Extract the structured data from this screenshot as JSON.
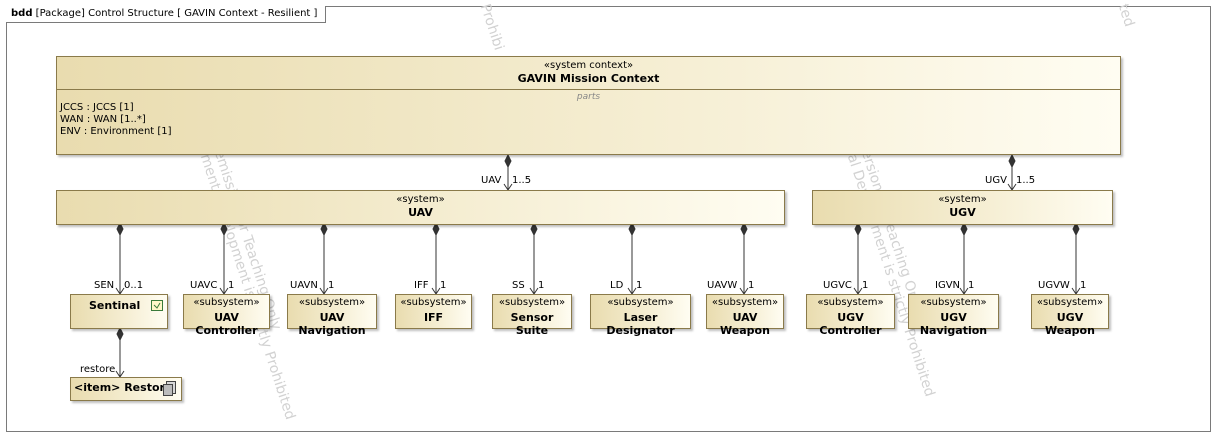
{
  "frame": {
    "kind": "bdd",
    "label": "[Package] Control Structure [ GAVIN Context - Resilient ]"
  },
  "watermark_fragments": [
    "Prohibi",
    "ted",
    "emission for Teaching Only",
    "ment Development is strictly Prohibited",
    "ersion for Teaching Only",
    "al Development is strictly Prohibited"
  ],
  "context": {
    "stereotype": "«system context»",
    "name": "GAVIN Mission Context",
    "compartment": "parts",
    "parts": [
      "JCCS : JCCS [1]",
      "WAN : WAN [1..*]",
      "ENV : Environment [1]"
    ]
  },
  "systems": [
    {
      "id": "uav",
      "stereotype": "«system»",
      "name": "UAV",
      "role": "UAV",
      "mult": "1..5"
    },
    {
      "id": "ugv",
      "stereotype": "«system»",
      "name": "UGV",
      "role": "UGV",
      "mult": "1..5"
    }
  ],
  "parts": [
    {
      "name": "Sentinal",
      "stereotype": "",
      "role": "SEN",
      "mult": "0..1",
      "parent": "uav"
    },
    {
      "name": "UAV Controller",
      "stereotype": "«subsystem»",
      "role": "UAVC",
      "mult": "1",
      "parent": "uav"
    },
    {
      "name": "UAV Navigation",
      "stereotype": "«subsystem»",
      "role": "UAVN",
      "mult": "1",
      "parent": "uav"
    },
    {
      "name": "IFF",
      "stereotype": "«subsystem»",
      "role": "IFF",
      "mult": "1",
      "parent": "uav"
    },
    {
      "name": "Sensor Suite",
      "stereotype": "«subsystem»",
      "role": "SS",
      "mult": "1",
      "parent": "uav"
    },
    {
      "name": "Laser Designator",
      "stereotype": "«subsystem»",
      "role": "LD",
      "mult": "1",
      "parent": "uav"
    },
    {
      "name": "UAV Weapon",
      "stereotype": "«subsystem»",
      "role": "UAVW",
      "mult": "1",
      "parent": "uav"
    },
    {
      "name": "UGV Controller",
      "stereotype": "«subsystem»",
      "role": "UGVC",
      "mult": "1",
      "parent": "ugv"
    },
    {
      "name": "UGV Navigation",
      "stereotype": "«subsystem»",
      "role": "IGVN",
      "mult": "1",
      "parent": "ugv"
    },
    {
      "name": "UGV Weapon",
      "stereotype": "«subsystem»",
      "role": "UGVW",
      "mult": "1",
      "parent": "ugv"
    }
  ],
  "item": {
    "name": "<item> Restore",
    "role": "restore"
  },
  "colors": {
    "block_fill_dark": "#e9dcaf",
    "block_fill_light": "#fffdf2",
    "block_border": "#8a7a4a",
    "frame": "#7a7a7a"
  }
}
